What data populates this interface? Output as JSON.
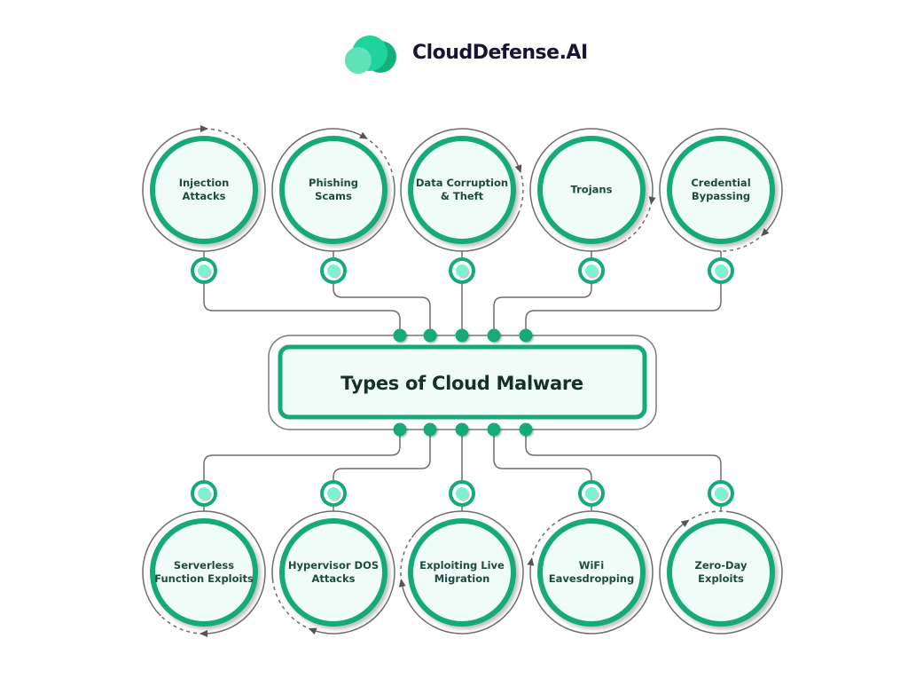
{
  "brand": {
    "name": "CloudDefense.AI",
    "logo_icon": "cloud-logo-icon",
    "logo_colors": [
      "#5de3b5",
      "#1fd49a",
      "#14b07c"
    ],
    "text_color": "#1a1433"
  },
  "center": {
    "title": "Types of Cloud Malware"
  },
  "colors": {
    "accent": "#16a97a",
    "node_fill": "#effcf8",
    "node_inner_dot": "#7df2cf",
    "line": "#6e6e6e",
    "label": "#1e4a40"
  },
  "top_nodes": [
    {
      "label": "Injection\nAttacks"
    },
    {
      "label": "Phishing\nScams"
    },
    {
      "label": "Data Corruption\n& Theft"
    },
    {
      "label": "Trojans"
    },
    {
      "label": "Credential\nBypassing"
    }
  ],
  "bottom_nodes": [
    {
      "label": "Serverless\nFunction Exploits"
    },
    {
      "label": "Hypervisor DOS\nAttacks"
    },
    {
      "label": "Exploiting Live\nMigration"
    },
    {
      "label": "WiFi\nEavesdropping"
    },
    {
      "label": "Zero-Day\nExploits"
    }
  ]
}
